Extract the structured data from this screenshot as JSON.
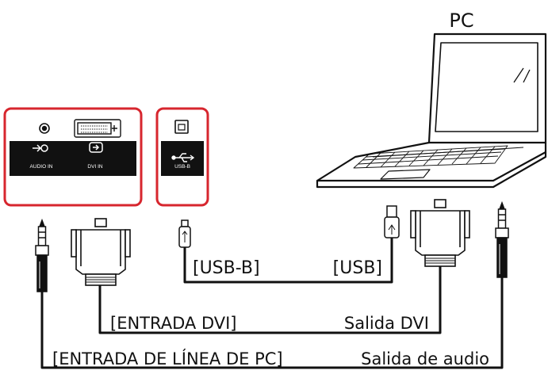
{
  "labels": {
    "pc": "PC",
    "usb_b": "[USB-B]",
    "usb": "[USB]",
    "dvi_in": "[ENTRADA DVI]",
    "dvi_out": "Salida DVI",
    "pc_line_in": "[ENTRADA DE LÍNEA DE PC]",
    "audio_out": "Salida de audio"
  },
  "ports": {
    "audio_in": "AUDIO IN",
    "dvi_in": "DVI IN",
    "usb_b": "USB-B"
  },
  "colors": {
    "highlight": "#d7262e",
    "panel": "#111111",
    "line": "#111111"
  },
  "icons": [
    "audio-jack-icon",
    "dvi-port-icon",
    "usb-b-port-icon",
    "audio-in-icon",
    "dvi-in-icon",
    "usb-icon",
    "laptop-icon",
    "dvi-connector-icon",
    "audio-plug-icon",
    "usb-plug-icon"
  ]
}
